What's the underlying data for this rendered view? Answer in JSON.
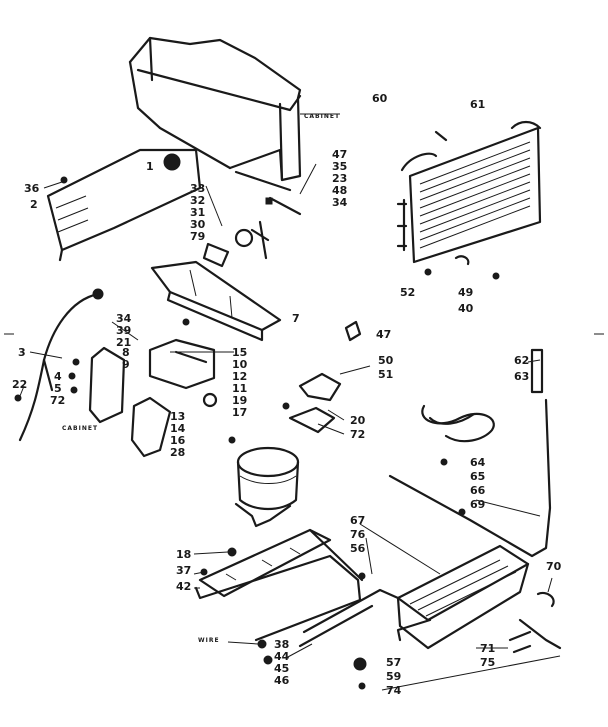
{
  "diagram": {
    "part_labels": [
      {
        "id": "60",
        "text": "60"
      },
      {
        "id": "61",
        "text": "61"
      },
      {
        "id": "36",
        "text": "36"
      },
      {
        "id": "2",
        "text": "2"
      },
      {
        "id": "1",
        "text": "1"
      },
      {
        "id": "33",
        "text": "33"
      },
      {
        "id": "32",
        "text": "32"
      },
      {
        "id": "31",
        "text": "31"
      },
      {
        "id": "30",
        "text": "30"
      },
      {
        "id": "79",
        "text": "79"
      },
      {
        "id": "47a",
        "text": "47"
      },
      {
        "id": "35",
        "text": "35"
      },
      {
        "id": "23",
        "text": "23"
      },
      {
        "id": "48",
        "text": "48"
      },
      {
        "id": "34a",
        "text": "34"
      },
      {
        "id": "52",
        "text": "52"
      },
      {
        "id": "49",
        "text": "49"
      },
      {
        "id": "40",
        "text": "40"
      },
      {
        "id": "34b",
        "text": "34"
      },
      {
        "id": "39",
        "text": "39"
      },
      {
        "id": "21",
        "text": "21"
      },
      {
        "id": "7",
        "text": "7"
      },
      {
        "id": "47b",
        "text": "47"
      },
      {
        "id": "3",
        "text": "3"
      },
      {
        "id": "8",
        "text": "8"
      },
      {
        "id": "9",
        "text": "9"
      },
      {
        "id": "15",
        "text": "15"
      },
      {
        "id": "10",
        "text": "10"
      },
      {
        "id": "12",
        "text": "12"
      },
      {
        "id": "11",
        "text": "11"
      },
      {
        "id": "19",
        "text": "19"
      },
      {
        "id": "17",
        "text": "17"
      },
      {
        "id": "50",
        "text": "50"
      },
      {
        "id": "51",
        "text": "51"
      },
      {
        "id": "62",
        "text": "62"
      },
      {
        "id": "63",
        "text": "63"
      },
      {
        "id": "22",
        "text": "22"
      },
      {
        "id": "4",
        "text": "4"
      },
      {
        "id": "5",
        "text": "5"
      },
      {
        "id": "72a",
        "text": "72"
      },
      {
        "id": "13",
        "text": "13"
      },
      {
        "id": "14",
        "text": "14"
      },
      {
        "id": "16",
        "text": "16"
      },
      {
        "id": "28",
        "text": "28"
      },
      {
        "id": "20",
        "text": "20"
      },
      {
        "id": "72b",
        "text": "72"
      },
      {
        "id": "64",
        "text": "64"
      },
      {
        "id": "65",
        "text": "65"
      },
      {
        "id": "66",
        "text": "66"
      },
      {
        "id": "69",
        "text": "69"
      },
      {
        "id": "67",
        "text": "67"
      },
      {
        "id": "76",
        "text": "76"
      },
      {
        "id": "56",
        "text": "56"
      },
      {
        "id": "18",
        "text": "18"
      },
      {
        "id": "37",
        "text": "37"
      },
      {
        "id": "42",
        "text": "42"
      },
      {
        "id": "70",
        "text": "70"
      },
      {
        "id": "38",
        "text": "38"
      },
      {
        "id": "44",
        "text": "44"
      },
      {
        "id": "45",
        "text": "45"
      },
      {
        "id": "46",
        "text": "46"
      },
      {
        "id": "57",
        "text": "57"
      },
      {
        "id": "59",
        "text": "59"
      },
      {
        "id": "74",
        "text": "74"
      },
      {
        "id": "71",
        "text": "71"
      },
      {
        "id": "75",
        "text": "75"
      }
    ],
    "callouts": {
      "cabinet_top": "CABINET",
      "cabinet_left": "CABINET",
      "wire": "WIRE"
    }
  }
}
